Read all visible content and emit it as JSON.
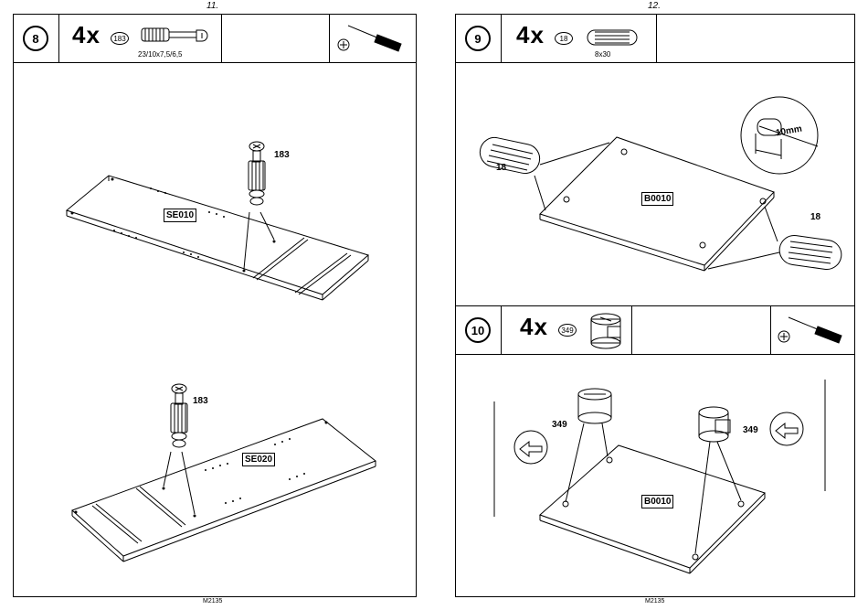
{
  "pages": {
    "left": {
      "number": "11.",
      "footer": "M2135"
    },
    "right": {
      "number": "12.",
      "footer": "M2135"
    }
  },
  "steps": [
    {
      "number": "8",
      "quantity": "4x",
      "part": "183",
      "spec": "23/10x7,5/6,5",
      "tool": "screwdriver-icon"
    },
    {
      "number": "9",
      "quantity": "4x",
      "part": "18",
      "spec": "8x30"
    },
    {
      "number": "10",
      "quantity": "4x",
      "part": "349",
      "tool": "screwdriver-icon"
    }
  ],
  "labels": {
    "step8_top_part": "183",
    "step8_bottom_part": "183",
    "panel_se010": "SE010",
    "panel_se020": "SE020",
    "step9_dowel_left": "18",
    "step9_dowel_right": "18",
    "panel_b0010_step9": "B0010",
    "detail_depth": "10mm",
    "step10_cam_left": "349",
    "step10_cam_right": "349",
    "panel_b0010_step10": "B0010"
  }
}
